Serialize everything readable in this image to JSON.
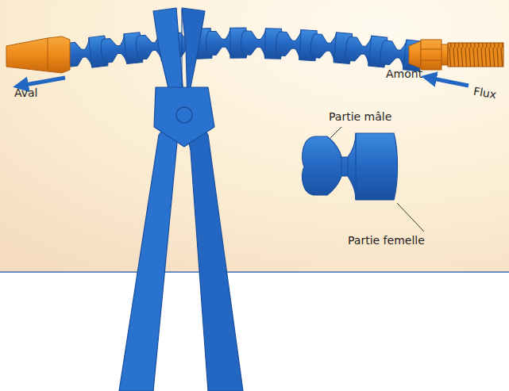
{
  "diagram": {
    "labels": [
      "Aval",
      "Amont",
      "Flux",
      "Partie mâle",
      "Partie femelle"
    ]
  }
}
